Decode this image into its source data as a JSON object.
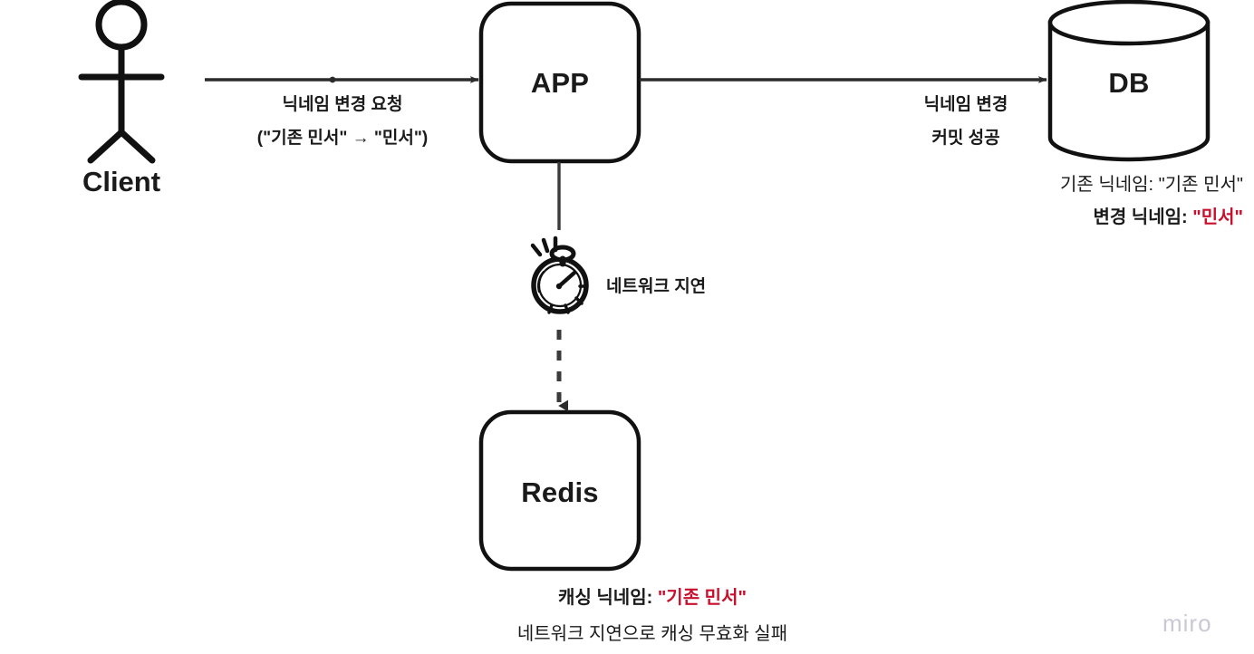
{
  "diagram": {
    "title_alt": "Cache invalidation failure due to network delay",
    "background": "#ffffff",
    "accent_red": "#C8102E",
    "stroke": "#1a1a1a"
  },
  "nodes": {
    "client": {
      "label": "Client",
      "icon": "stick-figure-icon"
    },
    "app": {
      "label": "APP"
    },
    "db": {
      "label": "DB",
      "icon": "database-cylinder-icon"
    },
    "redis": {
      "label": "Redis"
    }
  },
  "edges": {
    "client_to_app": {
      "line1": "닉네임 변경 요청",
      "line2": "(\"기존 민서\" → \"민서\")",
      "style": "solid-arrow"
    },
    "app_to_db": {
      "line1": "닉네임 변경",
      "line2": "커밋 성공",
      "style": "solid-arrow"
    },
    "app_to_redis": {
      "label": "네트워크 지연",
      "icon": "stopwatch-icon",
      "style": "dashed-arrow"
    }
  },
  "annotations": {
    "db": {
      "line1": "기존 닉네임: \"기존 민서\"",
      "line2_prefix": "변경 닉네임: ",
      "line2_value": "\"민서\""
    },
    "redis": {
      "line1_prefix": "캐싱 닉네임: ",
      "line1_value": "\"기존 민서\"",
      "line2": "네트워크 지연으로 캐싱 무효화 실패"
    }
  },
  "watermark": {
    "text": "miro"
  }
}
